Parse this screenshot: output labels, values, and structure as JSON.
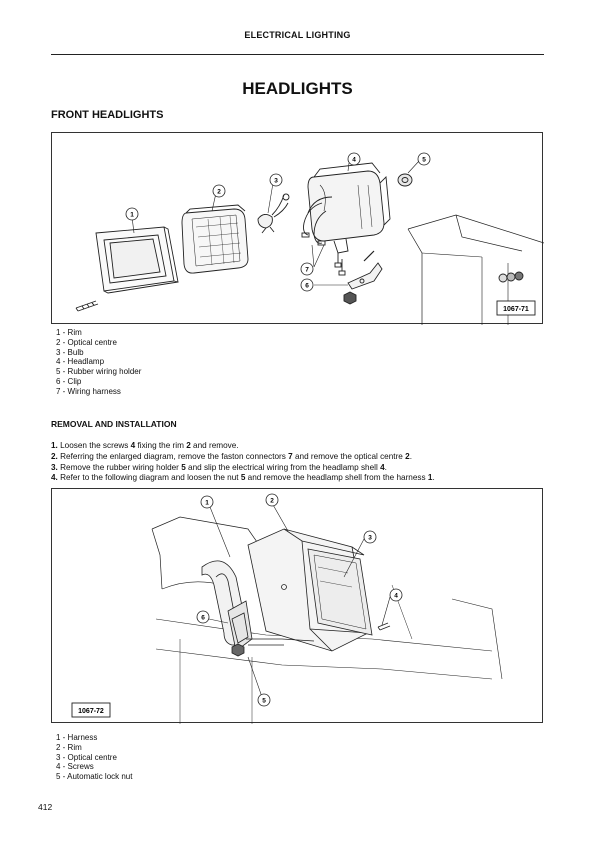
{
  "header": {
    "section": "ELECTRICAL LIGHTING"
  },
  "title": "HEADLIGHTS",
  "section_heading": "FRONT HEADLIGHTS",
  "figure1": {
    "ref": "1067-71",
    "callouts": [
      "1",
      "2",
      "3",
      "4",
      "5",
      "6",
      "7"
    ]
  },
  "legend1": [
    "1 - Rim",
    "2 - Optical centre",
    "3 - Bulb",
    "4 - Headlamp",
    "5 - Rubber wiring holder",
    "6 - Clip",
    "7 - Wiring harness"
  ],
  "removal_heading": "REMOVAL AND INSTALLATION",
  "steps": [
    [
      {
        "b": "1."
      },
      {
        "t": " Loosen the screws "
      },
      {
        "b": "4"
      },
      {
        "t": " fixing the rim "
      },
      {
        "b": "2"
      },
      {
        "t": " and remove."
      }
    ],
    [
      {
        "b": "2."
      },
      {
        "t": " Referring the enlarged diagram, remove the faston connectors "
      },
      {
        "b": "7"
      },
      {
        "t": " and remove the optical centre "
      },
      {
        "b": "2"
      },
      {
        "t": "."
      }
    ],
    [
      {
        "b": "3."
      },
      {
        "t": " Remove the rubber wiring holder "
      },
      {
        "b": "5"
      },
      {
        "t": " and slip the electrical wiring from the headlamp shell "
      },
      {
        "b": "4"
      },
      {
        "t": "."
      }
    ],
    [
      {
        "b": "4."
      },
      {
        "t": " Refer to the following diagram and loosen the nut "
      },
      {
        "b": "5"
      },
      {
        "t": " and remove the headlamp shell from the harness "
      },
      {
        "b": "1"
      },
      {
        "t": "."
      }
    ]
  ],
  "figure2": {
    "ref": "1067-72",
    "callouts": [
      "1",
      "2",
      "3",
      "4",
      "5",
      "6"
    ]
  },
  "legend2": [
    "1 - Harness",
    "2 - Rim",
    "3 - Optical centre",
    "4 - Screws",
    "5 - Automatic lock nut"
  ],
  "page_number": "412"
}
